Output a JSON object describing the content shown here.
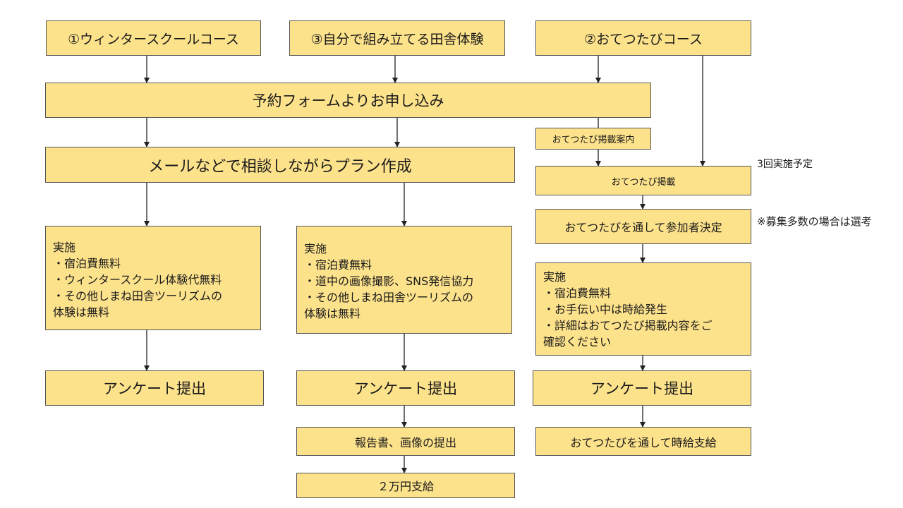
{
  "courses": {
    "winter": "①ウィンタースクールコース",
    "diy": "③自分で組み立てる田舎体験",
    "otetsutabi": "②おてつたびコース"
  },
  "apply": "予約フォームよりお申し込み",
  "plan": "メールなどで相談しながらプラン作成",
  "otetsutabi_guide": "おてつたび掲載案内",
  "otetsutabi_post": "おてつたび掲載",
  "post_note": "3回実施予定",
  "participants": "おてつたびを通して参加者決定",
  "participants_note": "※募集多数の場合は選考",
  "impl_winter": {
    "title": "実施",
    "items": [
      "・宿泊費無料",
      "・ウィンタースクール体験代無料",
      "・その他しまね田舎ツーリズムの",
      "体験は無料"
    ]
  },
  "impl_diy": {
    "title": "実施",
    "items": [
      "・宿泊費無料",
      "・道中の画像撮影、SNS発信協力",
      "・その他しまね田舎ツーリズムの",
      "体験は無料"
    ]
  },
  "impl_otetsutabi": {
    "title": "実施",
    "items": [
      "・宿泊費無料",
      "・お手伝い中は時給発生",
      "・詳細はおてつたび掲載内容をご",
      "確認ください"
    ]
  },
  "survey": "アンケート提出",
  "report": "報告書、画像の提出",
  "reward": "２万円支給",
  "wage": "おてつたびを通して時給支給"
}
